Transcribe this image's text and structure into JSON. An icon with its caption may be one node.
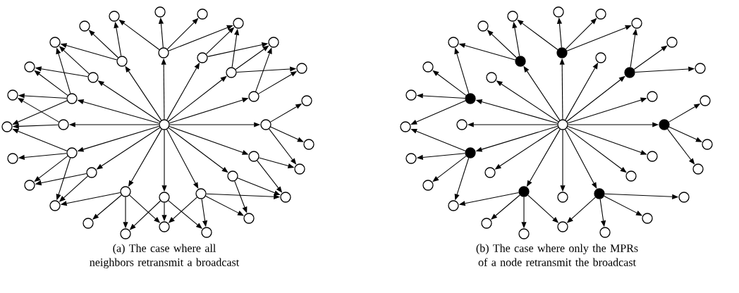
{
  "diagram": {
    "nodes": [
      {
        "text": [],
        "shape": "circle"
      },
      {
        "text": [],
        "shape": "circle"
      },
      {
        "text": [],
        "shape": "circle"
      },
      {
        "text": [],
        "shape": "circle"
      },
      {
        "text": [],
        "shape": "circle"
      },
      {
        "text": [],
        "shape": "circle"
      },
      {
        "text": [],
        "shape": "circle"
      },
      {
        "text": [],
        "shape": "circle"
      },
      {
        "text": [],
        "shape": "circle"
      },
      {
        "text": [],
        "shape": "circle"
      },
      {
        "text": [],
        "shape": "circle"
      },
      {
        "text": [],
        "shape": "circle"
      },
      {
        "text": [],
        "shape": "circle"
      },
      {
        "text": [],
        "shape": "circle"
      },
      {
        "text": [],
        "shape": "circle"
      },
      {
        "text": [],
        "shape": "circle"
      },
      {
        "text": [],
        "shape": "circle"
      },
      {
        "text": [],
        "shape": "circle"
      },
      {
        "text": [],
        "shape": "circle"
      },
      {
        "text": [],
        "shape": "circle"
      },
      {
        "text": [],
        "shape": "circle"
      },
      {
        "text": [],
        "shape": "circle"
      },
      {
        "text": [],
        "shape": "circle"
      },
      {
        "text": [],
        "shape": "circle"
      },
      {
        "text": [],
        "shape": "circle"
      },
      {
        "text": [],
        "shape": "circle"
      },
      {
        "text": [],
        "shape": "circle"
      },
      {
        "text": [],
        "shape": "circle"
      },
      {
        "text": [],
        "shape": "circle"
      },
      {
        "text": [],
        "shape": "circle"
      },
      {
        "text": [],
        "shape": "circle"
      },
      {
        "text": [],
        "shape": "circle"
      },
      {
        "text": [],
        "shape": "circle"
      },
      {
        "text": [],
        "shape": "circle"
      },
      {
        "text": [],
        "shape": "circle"
      },
      {
        "text": [],
        "shape": "circle"
      },
      {
        "text": [],
        "shape": "circle"
      },
      {
        "text": [],
        "shape": "circle"
      },
      {
        "text": [],
        "shape": "circle"
      },
      {
        "text": [],
        "shape": "circle"
      },
      {
        "text": [],
        "shape": "circle"
      },
      {
        "text": [],
        "shape": "circle"
      },
      {
        "text": [],
        "shape": "circle"
      },
      {
        "text": [],
        "shape": "circle"
      },
      {
        "text": [],
        "shape": "circle"
      },
      {
        "text": [],
        "shape": "circle"
      },
      {
        "text": [],
        "shape": "circle"
      },
      {
        "text": [],
        "shape": "circle"
      },
      {
        "text": [],
        "shape": "circle"
      },
      {
        "text": [],
        "shape": "circle"
      },
      {
        "text": [],
        "shape": "circle"
      },
      {
        "text": [],
        "shape": "circle"
      },
      {
        "text": [],
        "shape": "circle"
      },
      {
        "text": [],
        "shape": "circle"
      },
      {
        "text": [],
        "shape": "circle"
      },
      {
        "text": [],
        "shape": "circle"
      },
      {
        "text": [],
        "shape": "circle"
      },
      {
        "text": [],
        "shape": "circle"
      },
      {
        "text": [],
        "shape": "circle"
      },
      {
        "text": [],
        "shape": "circle"
      },
      {
        "text": [],
        "shape": "circle"
      },
      {
        "text": [],
        "shape": "circle"
      },
      {
        "text": [],
        "shape": "circle"
      },
      {
        "text": [],
        "shape": "circle"
      },
      {
        "text": [],
        "shape": "circle"
      },
      {
        "text": [],
        "shape": "circle"
      },
      {
        "text": [],
        "shape": "circle"
      },
      {
        "text": [],
        "shape": "circle"
      },
      {
        "text": [],
        "shape": "circle"
      },
      {
        "text": [],
        "shape": "circle"
      },
      {
        "text": [],
        "shape": "circle"
      },
      {
        "text": [],
        "shape": "circle"
      },
      {
        "text": [],
        "shape": "circle"
      },
      {
        "text": [],
        "shape": "circle"
      },
      {
        "text": [],
        "shape": "circle"
      },
      {
        "text": [],
        "shape": "circle"
      },
      {
        "text": [],
        "shape": "circle"
      },
      {
        "text": [],
        "shape": "circle"
      },
      {
        "text": [],
        "shape": "circle"
      },
      {
        "text": [],
        "shape": "circle"
      }
    ],
    "edges": [
      {
        "from": 0,
        "to": 1,
        "arrow": "to"
      },
      {
        "from": 0,
        "to": 2,
        "arrow": "to"
      },
      {
        "from": 0,
        "to": 3,
        "arrow": "to"
      },
      {
        "from": 0,
        "to": 4,
        "arrow": "to"
      },
      {
        "from": 0,
        "to": 5,
        "arrow": "to"
      },
      {
        "from": 0,
        "to": 6,
        "arrow": "to"
      },
      {
        "from": 0,
        "to": 7,
        "arrow": "to"
      },
      {
        "from": 0,
        "to": 8,
        "arrow": "to"
      },
      {
        "from": 0,
        "to": 9,
        "arrow": "to"
      },
      {
        "from": 0,
        "to": 10,
        "arrow": "to"
      },
      {
        "from": 0,
        "to": 11,
        "arrow": "to"
      },
      {
        "from": 0,
        "to": 12,
        "arrow": "to"
      },
      {
        "from": 0,
        "to": 13,
        "arrow": "to"
      },
      {
        "from": 0,
        "to": 14,
        "arrow": "to"
      },
      {
        "from": 0,
        "to": 15,
        "arrow": "to"
      },
      {
        "from": 0,
        "to": 16,
        "arrow": "to"
      },
      {
        "from": 1,
        "to": 39,
        "arrow": "to"
      },
      {
        "from": 1,
        "to": 17,
        "arrow": "to"
      },
      {
        "from": 1,
        "to": 18,
        "arrow": "to"
      },
      {
        "from": 1,
        "to": 19,
        "arrow": "to"
      },
      {
        "from": 16,
        "to": 39,
        "arrow": "to"
      },
      {
        "from": 16,
        "to": 38,
        "arrow": "to"
      },
      {
        "from": 16,
        "to": 37,
        "arrow": "to"
      },
      {
        "from": 14,
        "to": 37,
        "arrow": "to"
      },
      {
        "from": 14,
        "to": 36,
        "arrow": "to"
      },
      {
        "from": 14,
        "to": 35,
        "arrow": "to"
      },
      {
        "from": 14,
        "to": 34,
        "arrow": "to"
      },
      {
        "from": 12,
        "to": 34,
        "arrow": "to"
      },
      {
        "from": 12,
        "to": 33,
        "arrow": "to"
      },
      {
        "from": 12,
        "to": 32,
        "arrow": "to"
      },
      {
        "from": 12,
        "to": 31,
        "arrow": "to"
      },
      {
        "from": 10,
        "to": 31,
        "arrow": "to"
      },
      {
        "from": 10,
        "to": 30,
        "arrow": "to"
      },
      {
        "from": 10,
        "to": 29,
        "arrow": "to"
      },
      {
        "from": 10,
        "to": 28,
        "arrow": "to"
      },
      {
        "from": 8,
        "to": 28,
        "arrow": "to"
      },
      {
        "from": 8,
        "to": 27,
        "arrow": "to"
      },
      {
        "from": 8,
        "to": 26,
        "arrow": "to"
      },
      {
        "from": 8,
        "to": 25,
        "arrow": "to"
      },
      {
        "from": 5,
        "to": 22,
        "arrow": "to"
      },
      {
        "from": 5,
        "to": 23,
        "arrow": "to"
      },
      {
        "from": 5,
        "to": 24,
        "arrow": "to"
      },
      {
        "from": 3,
        "to": 19,
        "arrow": "to"
      },
      {
        "from": 3,
        "to": 20,
        "arrow": "to"
      },
      {
        "from": 3,
        "to": 21,
        "arrow": "to"
      },
      {
        "from": 2,
        "to": 19,
        "arrow": "to"
      },
      {
        "from": 2,
        "to": 20,
        "arrow": "to"
      },
      {
        "from": 4,
        "to": 20,
        "arrow": "to"
      },
      {
        "from": 4,
        "to": 21,
        "arrow": "to"
      },
      {
        "from": 6,
        "to": 24,
        "arrow": "to"
      },
      {
        "from": 6,
        "to": 25,
        "arrow": "to"
      },
      {
        "from": 7,
        "to": 26,
        "arrow": "to"
      },
      {
        "from": 7,
        "to": 25,
        "arrow": "to"
      },
      {
        "from": 9,
        "to": 28,
        "arrow": "to"
      },
      {
        "from": 9,
        "to": 29,
        "arrow": "to"
      },
      {
        "from": 9,
        "to": 27,
        "arrow": "to"
      },
      {
        "from": 11,
        "to": 32,
        "arrow": "to"
      },
      {
        "from": 11,
        "to": 31,
        "arrow": "to"
      },
      {
        "from": 13,
        "to": 34,
        "arrow": "to"
      },
      {
        "from": 13,
        "to": 35,
        "arrow": "to"
      },
      {
        "from": 15,
        "to": 36,
        "arrow": "to"
      },
      {
        "from": 15,
        "to": 37,
        "arrow": "to"
      },
      {
        "from": 40,
        "to": 41,
        "arrow": "to"
      },
      {
        "from": 40,
        "to": 42,
        "arrow": "to"
      },
      {
        "from": 40,
        "to": 43,
        "arrow": "to"
      },
      {
        "from": 40,
        "to": 44,
        "arrow": "to"
      },
      {
        "from": 40,
        "to": 45,
        "arrow": "to"
      },
      {
        "from": 40,
        "to": 46,
        "arrow": "to"
      },
      {
        "from": 40,
        "to": 47,
        "arrow": "to"
      },
      {
        "from": 40,
        "to": 48,
        "arrow": "to"
      },
      {
        "from": 40,
        "to": 49,
        "arrow": "to"
      },
      {
        "from": 40,
        "to": 50,
        "arrow": "to"
      },
      {
        "from": 40,
        "to": 51,
        "arrow": "to"
      },
      {
        "from": 40,
        "to": 52,
        "arrow": "to"
      },
      {
        "from": 40,
        "to": 53,
        "arrow": "to"
      },
      {
        "from": 40,
        "to": 54,
        "arrow": "to"
      },
      {
        "from": 40,
        "to": 55,
        "arrow": "to"
      },
      {
        "from": 40,
        "to": 56,
        "arrow": "to"
      },
      {
        "from": 41,
        "to": 79,
        "arrow": "to"
      },
      {
        "from": 41,
        "to": 57,
        "arrow": "to"
      },
      {
        "from": 41,
        "to": 58,
        "arrow": "to"
      },
      {
        "from": 41,
        "to": 59,
        "arrow": "to"
      },
      {
        "from": 56,
        "to": 79,
        "arrow": "to"
      },
      {
        "from": 56,
        "to": 78,
        "arrow": "to"
      },
      {
        "from": 56,
        "to": 77,
        "arrow": "to"
      },
      {
        "from": 54,
        "to": 77,
        "arrow": "to"
      },
      {
        "from": 54,
        "to": 76,
        "arrow": "to"
      },
      {
        "from": 54,
        "to": 75,
        "arrow": "to"
      },
      {
        "from": 54,
        "to": 74,
        "arrow": "to"
      },
      {
        "from": 52,
        "to": 74,
        "arrow": "to"
      },
      {
        "from": 52,
        "to": 73,
        "arrow": "to"
      },
      {
        "from": 52,
        "to": 72,
        "arrow": "to"
      },
      {
        "from": 52,
        "to": 71,
        "arrow": "to"
      },
      {
        "from": 50,
        "to": 71,
        "arrow": "to"
      },
      {
        "from": 50,
        "to": 70,
        "arrow": "to"
      },
      {
        "from": 50,
        "to": 69,
        "arrow": "to"
      },
      {
        "from": 50,
        "to": 68,
        "arrow": "to"
      },
      {
        "from": 48,
        "to": 68,
        "arrow": "to"
      },
      {
        "from": 48,
        "to": 67,
        "arrow": "to"
      },
      {
        "from": 48,
        "to": 66,
        "arrow": "to"
      },
      {
        "from": 48,
        "to": 65,
        "arrow": "to"
      },
      {
        "from": 45,
        "to": 62,
        "arrow": "to"
      },
      {
        "from": 45,
        "to": 63,
        "arrow": "to"
      },
      {
        "from": 45,
        "to": 64,
        "arrow": "to"
      },
      {
        "from": 43,
        "to": 59,
        "arrow": "to"
      },
      {
        "from": 43,
        "to": 60,
        "arrow": "to"
      },
      {
        "from": 43,
        "to": 61,
        "arrow": "to"
      }
    ],
    "labels": [
      "(a) The case where all neighbors retransmit a broadcast",
      "(b) The case where only the MPRs of a node retransmit the broadcast"
    ]
  }
}
